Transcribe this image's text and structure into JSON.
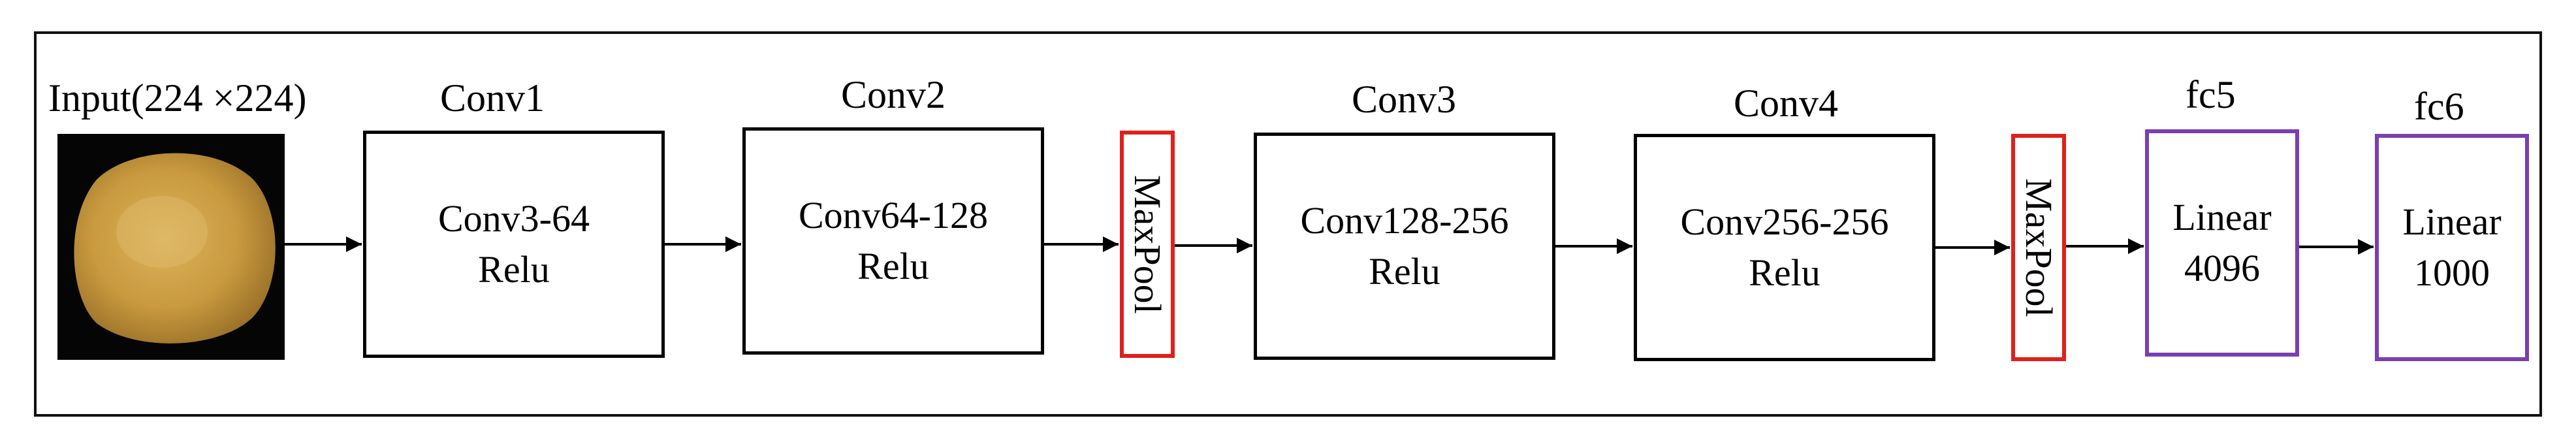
{
  "input": {
    "label": "Input(224 ×224)",
    "image_icon": "bread-roll-photo"
  },
  "blocks": [
    {
      "title": "Conv1",
      "lines": [
        "Conv3-64",
        "Relu"
      ]
    },
    {
      "title": "Conv2",
      "lines": [
        "Conv64-128",
        "Relu"
      ]
    },
    {
      "label": "MaxPool"
    },
    {
      "title": "Conv3",
      "lines": [
        "Conv128-256",
        "Relu"
      ]
    },
    {
      "title": "Conv4",
      "lines": [
        "Conv256-256",
        "Relu"
      ]
    },
    {
      "label": "MaxPool"
    },
    {
      "title": "fc5",
      "lines": [
        "Linear",
        "4096"
      ]
    },
    {
      "title": "fc6",
      "lines": [
        "Linear",
        "1000"
      ]
    }
  ],
  "colors": {
    "conv_border": "#000000",
    "pool_border": "#e0201b",
    "fc_border": "#7a3fb0"
  }
}
